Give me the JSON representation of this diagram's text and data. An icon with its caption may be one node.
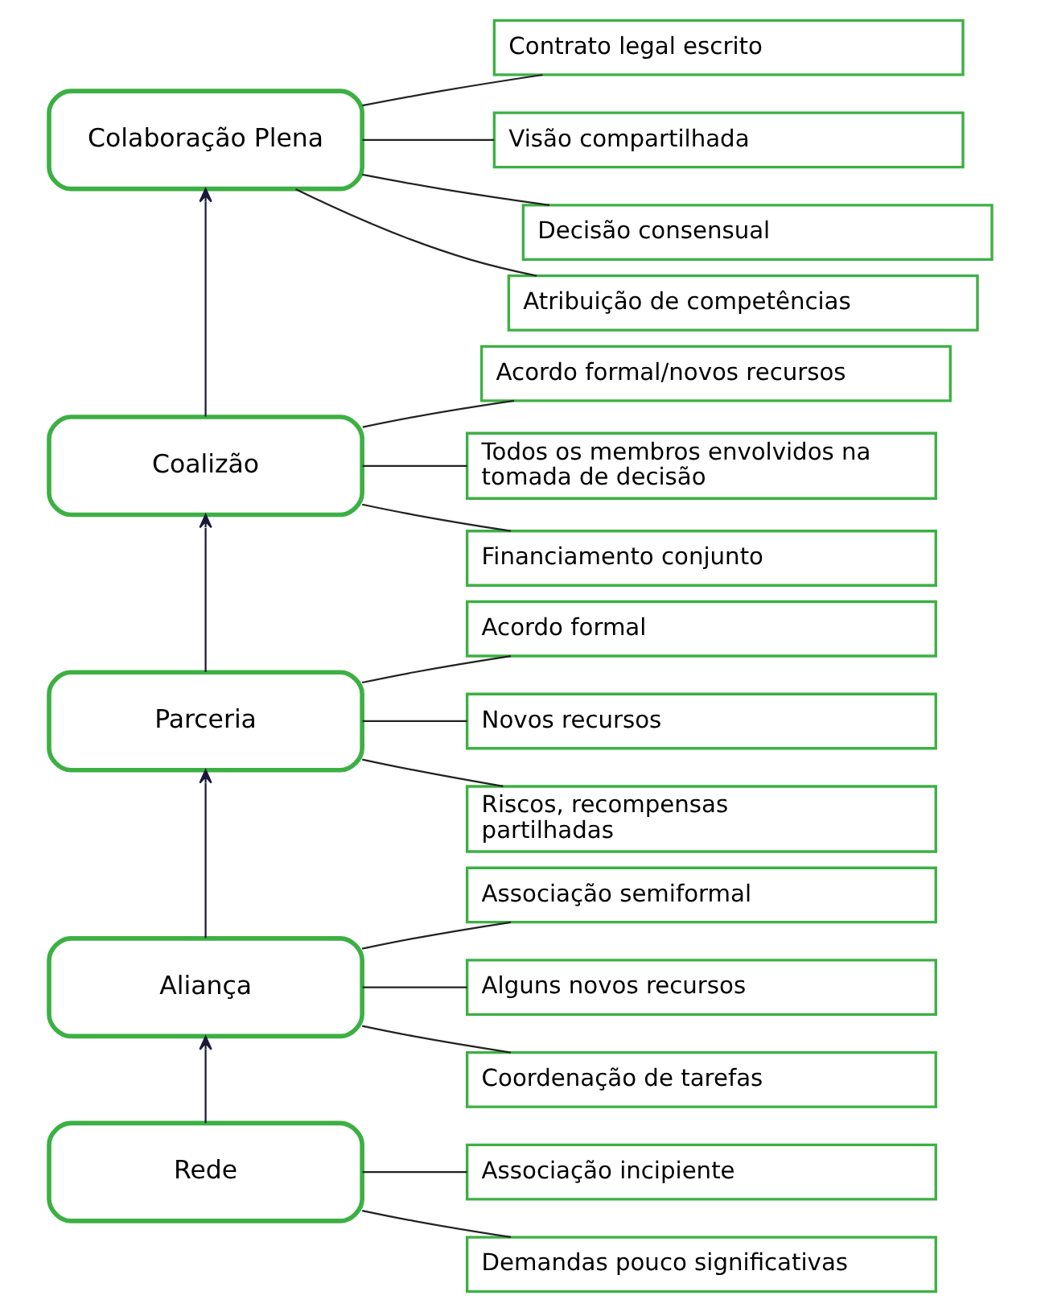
{
  "diagram": {
    "nodes": [
      {
        "text": [
          "Colaboração Plena"
        ]
      },
      {
        "text": [
          "Contrato legal escrito"
        ]
      },
      {
        "text": [
          "Visão compartilhada"
        ]
      },
      {
        "text": [
          "Decisão consensual"
        ]
      },
      {
        "text": [
          "Atribuição de competências"
        ]
      },
      {
        "text": [
          "Coalizão"
        ]
      },
      {
        "text": [
          "Acordo formal/novos recursos"
        ]
      },
      {
        "text": [
          "Todos os membros envolvidos na tomada de decisão"
        ]
      },
      {
        "text": [
          "Financiamento conjunto"
        ]
      },
      {
        "text": [
          "Parceria"
        ]
      },
      {
        "text": [
          "Acordo formal"
        ]
      },
      {
        "text": [
          "Novos recursos"
        ]
      },
      {
        "text": [
          "Riscos, recompensas partilhadas"
        ]
      },
      {
        "text": [
          "Aliança"
        ]
      },
      {
        "text": [
          "Associação semiformal"
        ]
      },
      {
        "text": [
          "Alguns novos recursos"
        ]
      },
      {
        "text": [
          "Coordenação de tarefas"
        ]
      },
      {
        "text": [
          "Rede"
        ]
      },
      {
        "text": [
          "Associação incipiente"
        ]
      },
      {
        "text": [
          "Demandas pouco significativas"
        ]
      }
    ],
    "edges": [
      {
        "from": 17,
        "to": 13,
        "arrow": "to"
      },
      {
        "from": 13,
        "to": 9,
        "arrow": "to"
      },
      {
        "from": 9,
        "to": 5,
        "arrow": "to"
      },
      {
        "from": 5,
        "to": 0,
        "arrow": "to"
      },
      {
        "from": 0,
        "to": 1,
        "arrow": "none"
      },
      {
        "from": 0,
        "to": 2,
        "arrow": "none"
      },
      {
        "from": 0,
        "to": 3,
        "arrow": "none"
      },
      {
        "from": 0,
        "to": 4,
        "arrow": "none"
      },
      {
        "from": 5,
        "to": 6,
        "arrow": "none"
      },
      {
        "from": 5,
        "to": 7,
        "arrow": "none"
      },
      {
        "from": 5,
        "to": 8,
        "arrow": "none"
      },
      {
        "from": 9,
        "to": 10,
        "arrow": "none"
      },
      {
        "from": 9,
        "to": 11,
        "arrow": "none"
      },
      {
        "from": 9,
        "to": 12,
        "arrow": "none"
      },
      {
        "from": 13,
        "to": 14,
        "arrow": "none"
      },
      {
        "from": 13,
        "to": 15,
        "arrow": "none"
      },
      {
        "from": 13,
        "to": 16,
        "arrow": "none"
      },
      {
        "from": 17,
        "to": 18,
        "arrow": "none"
      },
      {
        "from": 17,
        "to": 19,
        "arrow": "none"
      }
    ]
  }
}
